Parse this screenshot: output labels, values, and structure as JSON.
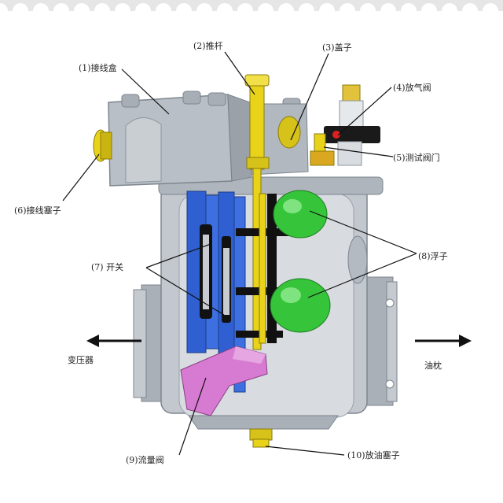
{
  "labels": {
    "junction_box": "(1)接线盒",
    "push_rod": "(2)推杆",
    "cap": "(3)盖子",
    "vent_valve": "(4)放气阀",
    "test_valve": "(5)测试阀门",
    "terminal_plug": "(6)接线塞子",
    "switch": "(7) 开关",
    "float": "(8)浮子",
    "flow_valve": "(9)流量阀",
    "drain_plug": "(10)放油塞子",
    "to_transformer": "变压器",
    "to_conservator": "油枕"
  },
  "colors": {
    "body": "#b9bfc6",
    "body_dark": "#8e969f",
    "switch_blue": "#2f5fd0",
    "float_green": "#35c43a",
    "rod_yellow": "#e8d21a",
    "flow_valve_pink": "#d77bd2",
    "valve_black": "#1a1a1a"
  }
}
